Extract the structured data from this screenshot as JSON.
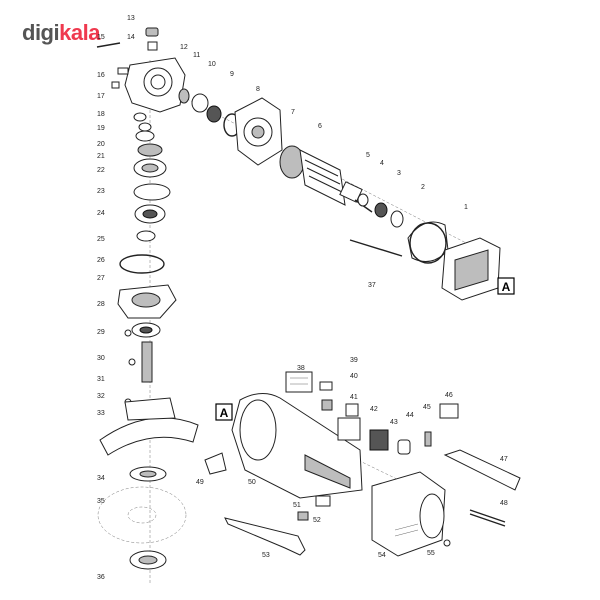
{
  "brand": {
    "part1": "digi",
    "part2": "kala",
    "accent": "#ef394e",
    "base": "#555555"
  },
  "markers": [
    "A",
    "A"
  ],
  "labels": [
    "1",
    "2",
    "3",
    "4",
    "5",
    "6",
    "7",
    "8",
    "9",
    "10",
    "11",
    "12",
    "13",
    "14",
    "15",
    "16",
    "17",
    "18",
    "19",
    "20",
    "21",
    "22",
    "23",
    "24",
    "25",
    "26",
    "27",
    "28",
    "29",
    "30",
    "31",
    "32",
    "33",
    "34",
    "35",
    "36",
    "37",
    "38",
    "39",
    "40",
    "41",
    "42",
    "43",
    "44",
    "45",
    "46",
    "47",
    "48",
    "49",
    "50",
    "51",
    "52",
    "53",
    "54",
    "55"
  ]
}
